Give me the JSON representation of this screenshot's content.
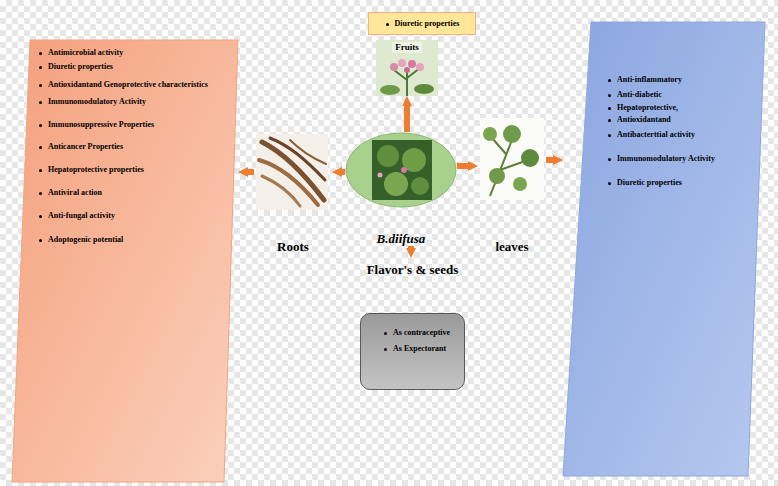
{
  "diagram": {
    "nodes": [
      {
        "text": [
          "Diuretic properties"
        ]
      },
      {
        "text": [
          "Fruits"
        ]
      },
      {
        "text": [
          "Antimicrobial activity",
          "Diuretic properties",
          "Antioxidantand Genoprotective characteristics",
          "Immunomodulatory Activity",
          "Immunosuppressive Properties",
          "Anticancer Properties",
          "Hepatoprotective properties",
          "Antiviral action",
          "Anti-fungal activity",
          "Adoptogenic potential"
        ]
      },
      {
        "text": [
          "Roots"
        ]
      },
      {
        "text": [
          "B.diifusa"
        ]
      },
      {
        "text": [
          "leaves"
        ]
      },
      {
        "text": [
          "Anti-inflammatory",
          "Anti-diabetic",
          "Hepatoprotective,",
          "Antioxidantand",
          "Antibacterttial activity",
          "Immunomodulatory Activity",
          "Diuretic properties"
        ]
      },
      {
        "text": [
          "Flavor's & seeds",
          "As contraceptive",
          "As Expectorant"
        ]
      }
    ],
    "edges": [
      {
        "from": 4,
        "to": 3,
        "arrow": "to"
      },
      {
        "from": 4,
        "to": 5,
        "arrow": "to"
      },
      {
        "from": 4,
        "to": 1,
        "arrow": "to"
      },
      {
        "from": 4,
        "to": 7,
        "arrow": "to"
      },
      {
        "from": 3,
        "to": 2,
        "arrow": "to"
      },
      {
        "from": 5,
        "to": 6,
        "arrow": "to"
      }
    ]
  }
}
